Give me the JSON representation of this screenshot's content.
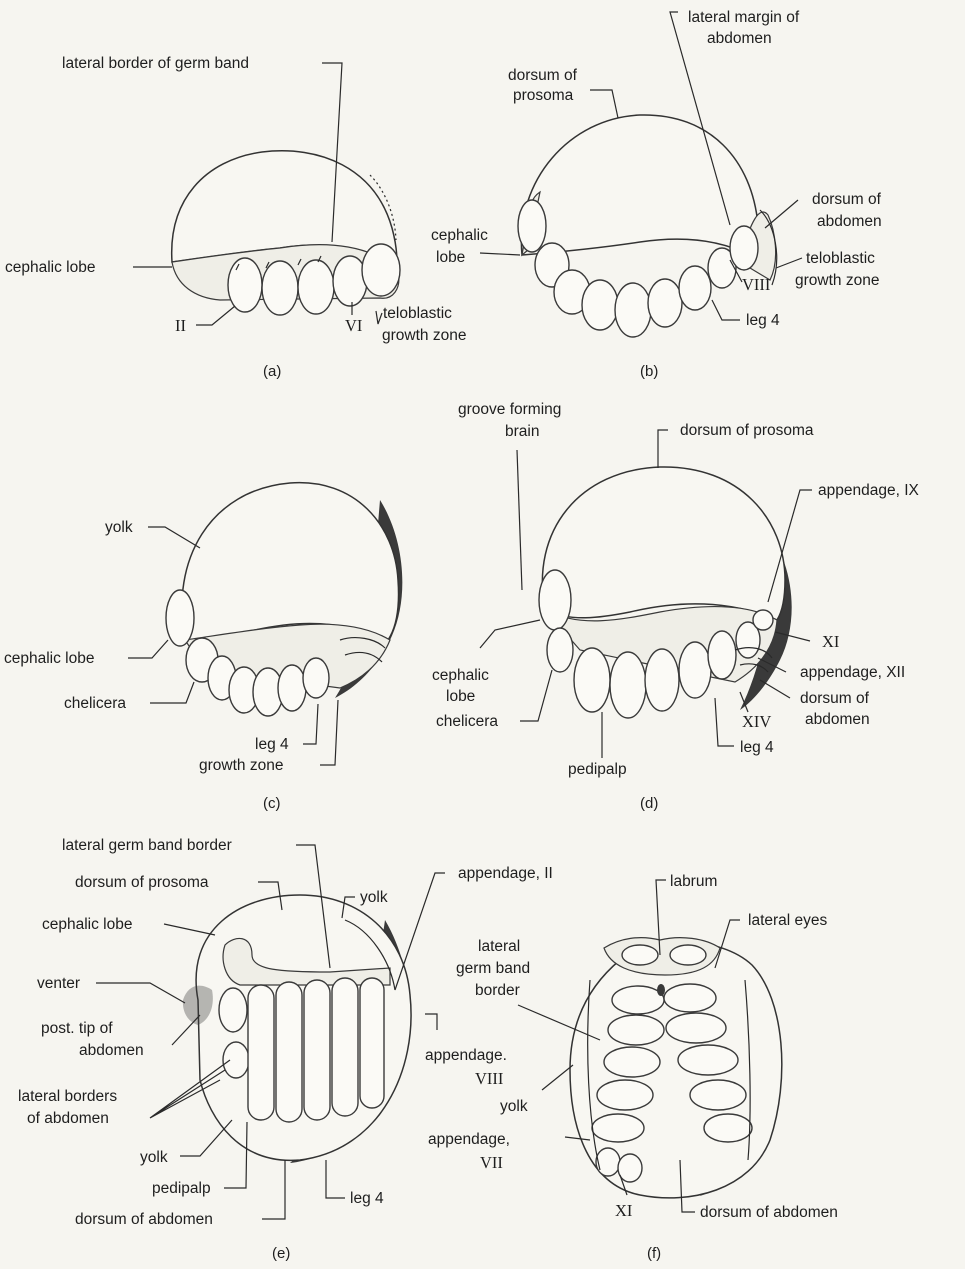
{
  "panels": {
    "a": {
      "caption": "(a)",
      "labels": {
        "lateral_border": "lateral border of germ band",
        "cephalic_lobe": "cephalic lobe",
        "ii": "II",
        "vi": "VI",
        "teloblastic_1": "teloblastic",
        "teloblastic_2": "growth zone"
      }
    },
    "b": {
      "caption": "(b)",
      "labels": {
        "lateral_margin_1": "lateral margin of",
        "lateral_margin_2": "abdomen",
        "dorsum_prosoma_1": "dorsum of",
        "dorsum_prosoma_2": "prosoma",
        "dorsum_abdomen_1": "dorsum of",
        "dorsum_abdomen_2": "abdomen",
        "cephalic_1": "cephalic",
        "cephalic_2": "lobe",
        "teloblastic_1": "teloblastic",
        "teloblastic_2": "growth zone",
        "viii": "VIII",
        "leg4": "leg 4"
      }
    },
    "c": {
      "caption": "(c)",
      "labels": {
        "yolk": "yolk",
        "cephalic_lobe": "cephalic lobe",
        "chelicera": "chelicera",
        "leg4": "leg 4",
        "growth_zone": "growth zone"
      }
    },
    "d": {
      "caption": "(d)",
      "labels": {
        "groove_1": "groove forming",
        "groove_2": "brain",
        "dorsum_prosoma": "dorsum of prosoma",
        "appendage_ix": "appendage, IX",
        "xi": "XI",
        "appendage_xii": "appendage, XII",
        "dorsum_abdomen_1": "dorsum of",
        "dorsum_abdomen_2": "abdomen",
        "xiv": "XIV",
        "leg4": "leg 4",
        "cephalic_1": "cephalic",
        "cephalic_2": "lobe",
        "chelicera": "chelicera",
        "pedipalp": "pedipalp"
      }
    },
    "e": {
      "caption": "(e)",
      "labels": {
        "lateral_germ_band": "lateral germ band border",
        "dorsum_prosoma": "dorsum of prosoma",
        "yolk_top": "yolk",
        "appendage_ii": "appendage, II",
        "cephalic_lobe": "cephalic lobe",
        "venter": "venter",
        "post_tip_1": "post. tip of",
        "post_tip_2": "abdomen",
        "appendage_viii_1": "appendage.",
        "appendage_viii_2": "VIII",
        "lateral_borders_1": "lateral borders",
        "lateral_borders_2": "of abdomen",
        "yolk_bottom": "yolk",
        "pedipalp": "pedipalp",
        "leg4": "leg 4",
        "dorsum_abdomen": "dorsum of abdomen"
      }
    },
    "f": {
      "caption": "(f)",
      "labels": {
        "labrum": "labrum",
        "lateral_eyes": "lateral eyes",
        "lateral_1": "lateral",
        "lateral_2": "germ band",
        "lateral_3": "border",
        "yolk": "yolk",
        "appendage_vii_1": "appendage,",
        "appendage_vii_2": "VII",
        "xi": "XI",
        "dorsum_abdomen": "dorsum of abdomen"
      }
    }
  }
}
